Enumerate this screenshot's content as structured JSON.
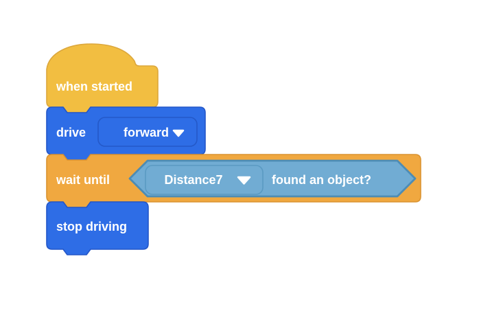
{
  "workspace": {
    "background": "#FFFFFF"
  },
  "colors": {
    "hat_fill": "#F2BE41",
    "hat_stroke": "#DCA73C",
    "drive_fill": "#2E6DE6",
    "drive_stroke": "#2356C8",
    "drive_dropdown_stroke": "#2459C8",
    "wait_fill": "#F0A840",
    "wait_stroke": "#DA9330",
    "sensing_fill": "#71ACD3",
    "sensing_stroke": "#4D8CB4",
    "sensing_dropdown_stroke": "#5A9AC2",
    "label_text": "#FFFFFF",
    "arrow_icon": "#FFFFFF"
  },
  "blocks": {
    "when_started": {
      "label": "when started"
    },
    "drive": {
      "label": "drive",
      "direction": {
        "value": "forward",
        "icon": "chevron-down"
      }
    },
    "wait_until": {
      "label": "wait until"
    },
    "condition": {
      "sensor": {
        "value": "Distance7",
        "icon": "chevron-down"
      },
      "label": "found an object?"
    },
    "stop_driving": {
      "label": "stop driving"
    }
  }
}
